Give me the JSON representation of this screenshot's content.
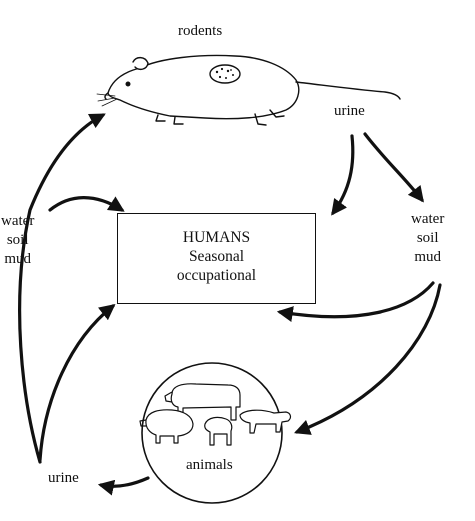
{
  "title": "rodents",
  "center_box": {
    "line1": "HUMANS",
    "line2": "Seasonal",
    "line3": "occupational"
  },
  "labels": {
    "urine_top": "urine",
    "urine_bottom": "urine",
    "animals": "animals",
    "left_reservoir": [
      "water",
      "soil",
      "mud"
    ],
    "right_reservoir": [
      "water",
      "soil",
      "mud"
    ]
  },
  "colors": {
    "line": "#111111",
    "background": "#ffffff"
  }
}
